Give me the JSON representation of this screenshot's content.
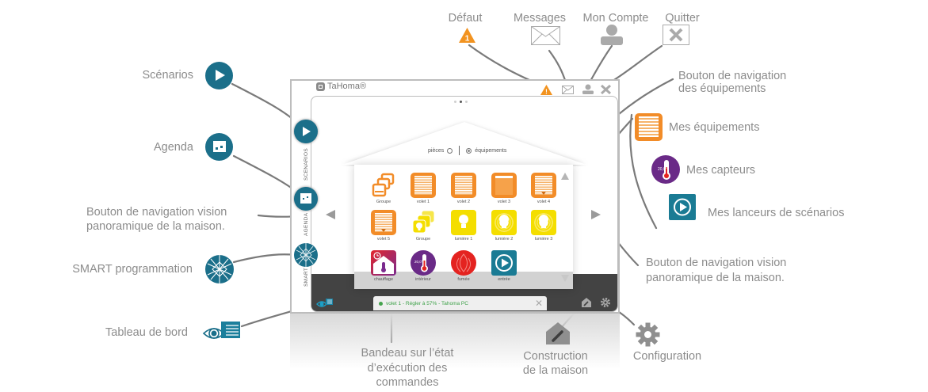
{
  "app": {
    "brand": "TaHoma®",
    "side_labels": {
      "scenarios": "SCENARIOS",
      "agenda": "AGENDA",
      "smart": "SMART"
    },
    "view_toggle": {
      "option_rooms": "pièces",
      "option_devices": "équipements",
      "selected": "équipements"
    },
    "page_indicator": {
      "pages": 3,
      "current": 2
    },
    "devices": [
      {
        "label": "Groupe",
        "icon": "shutter-group-icon",
        "type": "group-shutter"
      },
      {
        "label": "volet 1",
        "icon": "shutter-open-icon",
        "type": "shutter"
      },
      {
        "label": "volet 2",
        "icon": "shutter-open-icon",
        "type": "shutter"
      },
      {
        "label": "volet 3",
        "icon": "shutter-closed-icon",
        "type": "shutter-closed"
      },
      {
        "label": "volet 4",
        "icon": "shutter-moving-icon",
        "type": "shutter-down"
      },
      {
        "label": "volet 5",
        "icon": "shutter-moving-icon",
        "type": "shutter-down"
      },
      {
        "label": "Groupe",
        "icon": "light-group-icon",
        "type": "group-light"
      },
      {
        "label": "lumière 1",
        "icon": "light-off-icon",
        "type": "light"
      },
      {
        "label": "lumière 2",
        "icon": "light-on-icon",
        "type": "light-glow"
      },
      {
        "label": "lumière 3",
        "icon": "light-on-icon",
        "type": "light-glow"
      },
      {
        "label": "chauffage",
        "icon": "heating-icon",
        "type": "heat"
      },
      {
        "label": "intérieur",
        "icon": "thermometer-icon",
        "type": "sensor",
        "value": "20,0°"
      },
      {
        "label": "fumée",
        "icon": "smoke-icon",
        "type": "smoke"
      },
      {
        "label": "entrée",
        "icon": "scenario-launcher-icon",
        "type": "launch"
      }
    ],
    "status_bar": {
      "text": "volet 1 - Régler à 57% - Tahoma PC",
      "state": "ok"
    }
  },
  "annotations": {
    "default": "Défaut",
    "messages": "Messages",
    "account": "Mon Compte",
    "quit": "Quitter",
    "scenarios": "Scénarios",
    "agenda": "Agenda",
    "nav_panoramic_left_1": "Bouton de navigation vision",
    "nav_panoramic_left_2": "panoramique de la maison.",
    "smart": "SMART programmation",
    "dashboard": "Tableau de bord",
    "nav_devices_1": "Bouton de navigation",
    "nav_devices_2": "des équipements",
    "my_devices": "Mes équipements",
    "my_sensors": "Mes capteurs",
    "my_launchers": "Mes lanceurs de scénarios",
    "nav_panoramic_right_1": "Bouton de navigation vision",
    "nav_panoramic_right_2": "panoramique de la maison.",
    "status_banner_1": "Bandeau sur l’état",
    "status_banner_2": "d’exécution des",
    "status_banner_3": "commandes",
    "house_build_1": "Construction",
    "house_build_2": "de la maison",
    "configuration": "Configuration",
    "sensor_value": "20,0°"
  },
  "colors": {
    "teal": "#1b6f8a",
    "orange": "#f28c28",
    "yellow": "#f4de00",
    "purple": "#6a2a87",
    "red": "#e42320",
    "warning": "#f29320",
    "status_green": "#44a34d",
    "dock": "#434343"
  }
}
